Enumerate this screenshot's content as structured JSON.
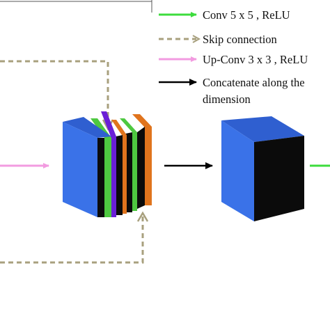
{
  "legend": [
    {
      "kind": "solid",
      "color": "#3ddc3d",
      "label": "Conv 5 x 5 , ReLU"
    },
    {
      "kind": "dashed",
      "color": "#a8a07e",
      "label": "Skip connection"
    },
    {
      "kind": "solid",
      "color": "#f29be0",
      "label": "Up-Conv 3 x 3 , ReLU"
    },
    {
      "kind": "solid",
      "color": "#000000",
      "label": "Concatenate along the",
      "label_line2": "dimension"
    }
  ],
  "colors": {
    "block_face": "#3a72e8",
    "block_top": "#2f5fd0",
    "block_dark": "#0b0b0b",
    "slice_purple": "#6a1fd6",
    "slice_green": "#4ec840",
    "slice_orange": "#e0741d",
    "skip": "#a8a07e",
    "upconv": "#f29be0",
    "conv": "#3ddc3d",
    "concat": "#000000"
  }
}
